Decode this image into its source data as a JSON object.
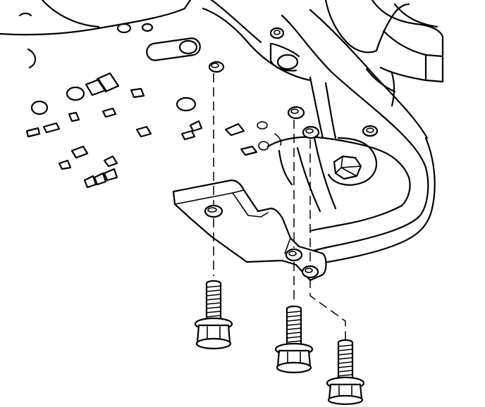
{
  "figure": {
    "type": "exploded-view line illustration",
    "components": [
      "transmission-case",
      "mounting-bracket",
      "bolt-left",
      "bolt-center",
      "bolt-right"
    ],
    "stroke_color": "#000000",
    "background_color": "#ffffff"
  }
}
